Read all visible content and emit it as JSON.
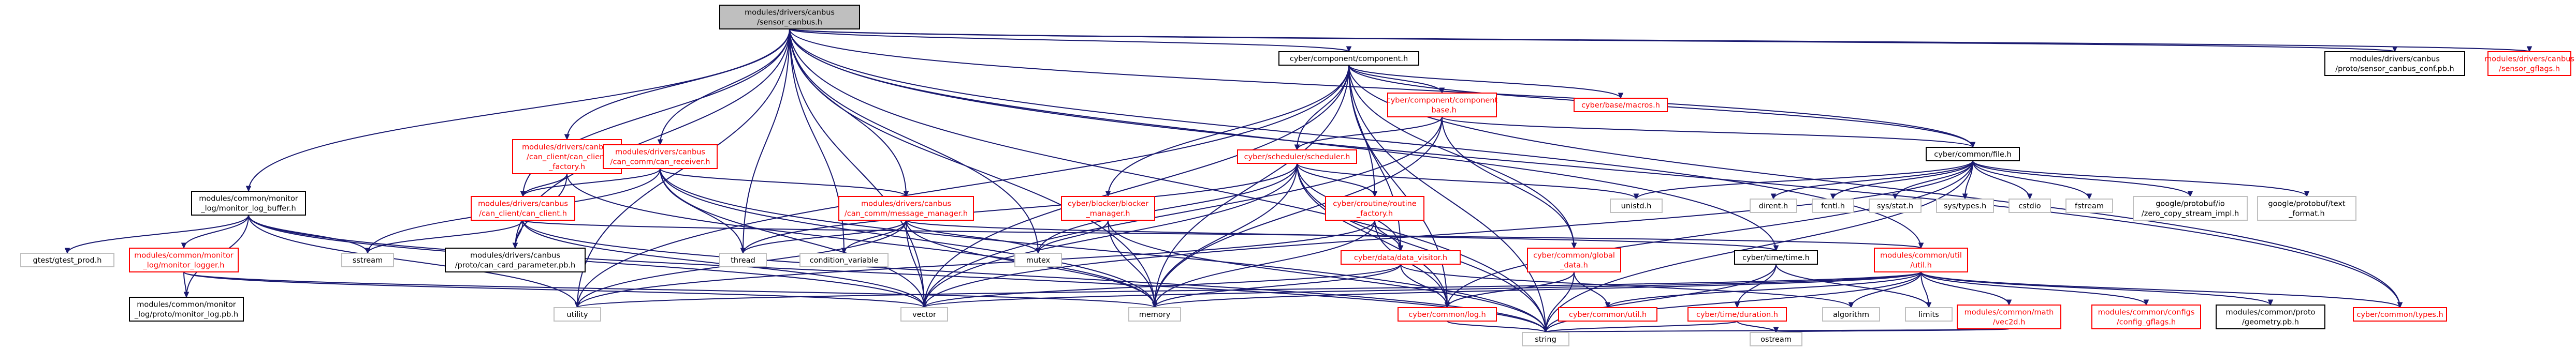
{
  "graph": {
    "colors": {
      "edge": "#191970",
      "text_linked": "#000000",
      "text_external": "#ff0000",
      "border_linked": "#000000",
      "border_external": "#ff0000",
      "root_fill": "#bfbfbf",
      "node_fill": "#ffffff"
    },
    "nodes": [
      {
        "id": "root",
        "lines": [
          "modules/drivers/canbus",
          "/sensor_canbus.h"
        ],
        "kind": "root"
      },
      {
        "id": "ccomp",
        "lines": [
          "cyber/component/component.h"
        ],
        "kind": "linked"
      },
      {
        "id": "sconf",
        "lines": [
          "modules/drivers/canbus",
          "/proto/sensor_canbus_conf.pb.h"
        ],
        "kind": "linked"
      },
      {
        "id": "sgflags",
        "lines": [
          "modules/drivers/canbus",
          "/sensor_gflags.h"
        ],
        "kind": "external"
      },
      {
        "id": "ccbase",
        "lines": [
          "cyber/component/component",
          "_base.h"
        ],
        "kind": "external"
      },
      {
        "id": "cmacros",
        "lines": [
          "cyber/base/macros.h"
        ],
        "kind": "external"
      },
      {
        "id": "cfile",
        "lines": [
          "cyber/common/file.h"
        ],
        "kind": "linked"
      },
      {
        "id": "ccfactory",
        "lines": [
          "modules/drivers/canbus",
          "/can_client/can_client",
          "_factory.h"
        ],
        "kind": "external"
      },
      {
        "id": "ccreceiver",
        "lines": [
          "modules/drivers/canbus",
          "/can_comm/can_receiver.h"
        ],
        "kind": "external"
      },
      {
        "id": "csched",
        "lines": [
          "cyber/scheduler/scheduler.h"
        ],
        "kind": "external"
      },
      {
        "id": "mlogbuf",
        "lines": [
          "modules/common/monitor",
          "_log/monitor_log_buffer.h"
        ],
        "kind": "linked"
      },
      {
        "id": "cclient",
        "lines": [
          "modules/drivers/canbus",
          "/can_client/can_client.h"
        ],
        "kind": "external"
      },
      {
        "id": "cmsgmgr",
        "lines": [
          "modules/drivers/canbus",
          "/can_comm/message_manager.h"
        ],
        "kind": "external"
      },
      {
        "id": "cblocker",
        "lines": [
          "cyber/blocker/blocker",
          "_manager.h"
        ],
        "kind": "external"
      },
      {
        "id": "croutine",
        "lines": [
          "cyber/croutine/routine",
          "_factory.h"
        ],
        "kind": "external"
      },
      {
        "id": "unistd",
        "lines": [
          "unistd.h"
        ],
        "kind": "plain"
      },
      {
        "id": "dirent",
        "lines": [
          "dirent.h"
        ],
        "kind": "plain"
      },
      {
        "id": "fcntl",
        "lines": [
          "fcntl.h"
        ],
        "kind": "plain"
      },
      {
        "id": "sysstat",
        "lines": [
          "sys/stat.h"
        ],
        "kind": "plain"
      },
      {
        "id": "systypes",
        "lines": [
          "sys/types.h"
        ],
        "kind": "plain"
      },
      {
        "id": "cstdio",
        "lines": [
          "cstdio"
        ],
        "kind": "plain"
      },
      {
        "id": "fstream",
        "lines": [
          "fstream"
        ],
        "kind": "plain"
      },
      {
        "id": "gpzero",
        "lines": [
          "google/protobuf/io",
          "/zero_copy_stream_impl.h"
        ],
        "kind": "plain"
      },
      {
        "id": "gptext",
        "lines": [
          "google/protobuf/text",
          "_format.h"
        ],
        "kind": "plain"
      },
      {
        "id": "gtest",
        "lines": [
          "gtest/gtest_prod.h"
        ],
        "kind": "plain"
      },
      {
        "id": "mlogger",
        "lines": [
          "modules/common/monitor",
          "_log/monitor_logger.h"
        ],
        "kind": "external"
      },
      {
        "id": "sstream",
        "lines": [
          "sstream"
        ],
        "kind": "plain"
      },
      {
        "id": "cparam",
        "lines": [
          "modules/drivers/canbus",
          "/proto/can_card_parameter.pb.h"
        ],
        "kind": "linked"
      },
      {
        "id": "thread",
        "lines": [
          "thread"
        ],
        "kind": "plain"
      },
      {
        "id": "condvar",
        "lines": [
          "condition_variable"
        ],
        "kind": "plain"
      },
      {
        "id": "mutex",
        "lines": [
          "mutex"
        ],
        "kind": "plain"
      },
      {
        "id": "cdvisitor",
        "lines": [
          "cyber/data/data_visitor.h"
        ],
        "kind": "external"
      },
      {
        "id": "cgdata",
        "lines": [
          "cyber/common/global",
          "_data.h"
        ],
        "kind": "external"
      },
      {
        "id": "ctime",
        "lines": [
          "cyber/time/time.h"
        ],
        "kind": "linked"
      },
      {
        "id": "mutil",
        "lines": [
          "modules/common/util",
          "/util.h"
        ],
        "kind": "external"
      },
      {
        "id": "mlogpb",
        "lines": [
          "modules/common/monitor",
          "_log/proto/monitor_log.pb.h"
        ],
        "kind": "linked"
      },
      {
        "id": "utility",
        "lines": [
          "utility"
        ],
        "kind": "plain"
      },
      {
        "id": "vector",
        "lines": [
          "vector"
        ],
        "kind": "plain"
      },
      {
        "id": "memory",
        "lines": [
          "memory"
        ],
        "kind": "plain"
      },
      {
        "id": "clog",
        "lines": [
          "cyber/common/log.h"
        ],
        "kind": "external"
      },
      {
        "id": "cutil",
        "lines": [
          "cyber/common/util.h"
        ],
        "kind": "external"
      },
      {
        "id": "algorithm",
        "lines": [
          "algorithm"
        ],
        "kind": "plain"
      },
      {
        "id": "limits",
        "lines": [
          "limits"
        ],
        "kind": "plain"
      },
      {
        "id": "cduration",
        "lines": [
          "cyber/time/duration.h"
        ],
        "kind": "external"
      },
      {
        "id": "mvec2d",
        "lines": [
          "modules/common/math",
          "/vec2d.h"
        ],
        "kind": "external"
      },
      {
        "id": "mconfig",
        "lines": [
          "modules/common/configs",
          "/config_gflags.h"
        ],
        "kind": "external"
      },
      {
        "id": "mgeom",
        "lines": [
          "modules/common/proto",
          "/geometry.pb.h"
        ],
        "kind": "linked"
      },
      {
        "id": "ctypes",
        "lines": [
          "cyber/common/types.h"
        ],
        "kind": "external"
      },
      {
        "id": "string",
        "lines": [
          "string"
        ],
        "kind": "plain"
      },
      {
        "id": "ostream",
        "lines": [
          "ostream"
        ],
        "kind": "plain"
      }
    ],
    "edges": [
      [
        "root",
        "ccomp"
      ],
      [
        "root",
        "sconf"
      ],
      [
        "root",
        "sgflags"
      ],
      [
        "root",
        "ccfactory"
      ],
      [
        "root",
        "ccreceiver"
      ],
      [
        "root",
        "mlogbuf"
      ],
      [
        "root",
        "cclient"
      ],
      [
        "root",
        "cparam"
      ],
      [
        "root",
        "thread"
      ],
      [
        "root",
        "condvar"
      ],
      [
        "root",
        "mutex"
      ],
      [
        "root",
        "cmsgmgr"
      ],
      [
        "root",
        "ctime"
      ],
      [
        "root",
        "mutil"
      ],
      [
        "root",
        "cfile"
      ],
      [
        "root",
        "utility"
      ],
      [
        "root",
        "vector"
      ],
      [
        "root",
        "memory"
      ],
      [
        "root",
        "string"
      ],
      [
        "root",
        "ctypes"
      ],
      [
        "ccomp",
        "ccbase"
      ],
      [
        "ccomp",
        "cmacros"
      ],
      [
        "ccomp",
        "cfile"
      ],
      [
        "ccomp",
        "csched"
      ],
      [
        "ccomp",
        "cblocker"
      ],
      [
        "ccomp",
        "croutine"
      ],
      [
        "ccomp",
        "cdvisitor"
      ],
      [
        "ccomp",
        "cgdata"
      ],
      [
        "ccomp",
        "clog"
      ],
      [
        "ccomp",
        "ctypes"
      ],
      [
        "ccomp",
        "utility"
      ],
      [
        "ccomp",
        "vector"
      ],
      [
        "ccomp",
        "memory"
      ],
      [
        "ccomp",
        "string"
      ],
      [
        "ccbase",
        "cfile"
      ],
      [
        "ccbase",
        "csched"
      ],
      [
        "ccbase",
        "cgdata"
      ],
      [
        "ccbase",
        "vector"
      ],
      [
        "ccbase",
        "memory"
      ],
      [
        "cfile",
        "unistd"
      ],
      [
        "cfile",
        "dirent"
      ],
      [
        "cfile",
        "fcntl"
      ],
      [
        "cfile",
        "sysstat"
      ],
      [
        "cfile",
        "systypes"
      ],
      [
        "cfile",
        "cstdio"
      ],
      [
        "cfile",
        "fstream"
      ],
      [
        "cfile",
        "gpzero"
      ],
      [
        "cfile",
        "gptext"
      ],
      [
        "cfile",
        "clog"
      ],
      [
        "cfile",
        "vector"
      ],
      [
        "cfile",
        "string"
      ],
      [
        "ccfactory",
        "cclient"
      ],
      [
        "ccfactory",
        "cparam"
      ],
      [
        "ccfactory",
        "memory"
      ],
      [
        "ccreceiver",
        "cclient"
      ],
      [
        "ccreceiver",
        "cmsgmgr"
      ],
      [
        "ccreceiver",
        "sstream"
      ],
      [
        "ccreceiver",
        "thread"
      ],
      [
        "ccreceiver",
        "vector"
      ],
      [
        "ccreceiver",
        "memory"
      ],
      [
        "ccreceiver",
        "string"
      ],
      [
        "csched",
        "unistd"
      ],
      [
        "csched",
        "thread"
      ],
      [
        "csched",
        "mutex"
      ],
      [
        "csched",
        "croutine"
      ],
      [
        "csched",
        "cdvisitor"
      ],
      [
        "csched",
        "clog"
      ],
      [
        "csched",
        "vector"
      ],
      [
        "csched",
        "memory"
      ],
      [
        "csched",
        "string"
      ],
      [
        "mlogbuf",
        "gtest"
      ],
      [
        "mlogbuf",
        "mlogger"
      ],
      [
        "mlogbuf",
        "mlogpb"
      ],
      [
        "mlogbuf",
        "sstream"
      ],
      [
        "mlogbuf",
        "utility"
      ],
      [
        "mlogbuf",
        "vector"
      ],
      [
        "mlogbuf",
        "string"
      ],
      [
        "mlogger",
        "mlogpb"
      ],
      [
        "mlogger",
        "memory"
      ],
      [
        "mlogger",
        "vector"
      ],
      [
        "cclient",
        "sstream"
      ],
      [
        "cclient",
        "cparam"
      ],
      [
        "cclient",
        "vector"
      ],
      [
        "cclient",
        "string"
      ],
      [
        "cclient",
        "mutil"
      ],
      [
        "cmsgmgr",
        "thread"
      ],
      [
        "cmsgmgr",
        "mutex"
      ],
      [
        "cmsgmgr",
        "condvar"
      ],
      [
        "cmsgmgr",
        "ctime"
      ],
      [
        "cmsgmgr",
        "vector"
      ],
      [
        "cmsgmgr",
        "memory"
      ],
      [
        "cmsgmgr",
        "utility"
      ],
      [
        "cblocker",
        "mutex"
      ],
      [
        "cblocker",
        "memory"
      ],
      [
        "cblocker",
        "string"
      ],
      [
        "croutine",
        "cdvisitor"
      ],
      [
        "croutine",
        "clog"
      ],
      [
        "croutine",
        "utility"
      ],
      [
        "croutine",
        "memory"
      ],
      [
        "cdvisitor",
        "clog"
      ],
      [
        "cdvisitor",
        "vector"
      ],
      [
        "cdvisitor",
        "memory"
      ],
      [
        "cdvisitor",
        "algorithm"
      ],
      [
        "cgdata",
        "cutil"
      ],
      [
        "cgdata",
        "string"
      ],
      [
        "cgdata",
        "clog"
      ],
      [
        "ctime",
        "limits"
      ],
      [
        "ctime",
        "cduration"
      ],
      [
        "ctime",
        "string"
      ],
      [
        "cduration",
        "string"
      ],
      [
        "cduration",
        "ostream"
      ],
      [
        "mutil",
        "cutil"
      ],
      [
        "mutil",
        "mvec2d"
      ],
      [
        "mutil",
        "mconfig"
      ],
      [
        "mutil",
        "mgeom"
      ],
      [
        "mutil",
        "ctypes"
      ],
      [
        "mutil",
        "algorithm"
      ],
      [
        "mutil",
        "limits"
      ],
      [
        "mutil",
        "vector"
      ],
      [
        "mutil",
        "memory"
      ],
      [
        "mutil",
        "string"
      ],
      [
        "mutil",
        "utility"
      ],
      [
        "mvec2d",
        "string"
      ],
      [
        "mvec2d",
        "ostream"
      ],
      [
        "clog",
        "string"
      ]
    ]
  }
}
